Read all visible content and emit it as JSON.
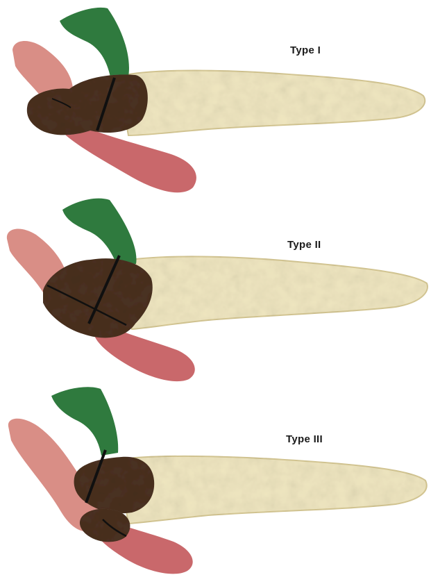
{
  "figure": {
    "panels": [
      {
        "label": "Type I"
      },
      {
        "label": "Type II"
      },
      {
        "label": "Type III"
      }
    ]
  },
  "colors": {
    "green": "#2f7a3e",
    "pink_light": "#d98e86",
    "pink_dark": "#c9686b",
    "brown": "#4a3120",
    "brown_light": "#6b4a30",
    "bone": "#efe6c0",
    "bone_edge": "#d6c894",
    "line": "#101010"
  },
  "icons": [
    "green-duct-shape",
    "pink-vessel-shape",
    "brown-mass-shape",
    "bone-shaped-organ"
  ]
}
